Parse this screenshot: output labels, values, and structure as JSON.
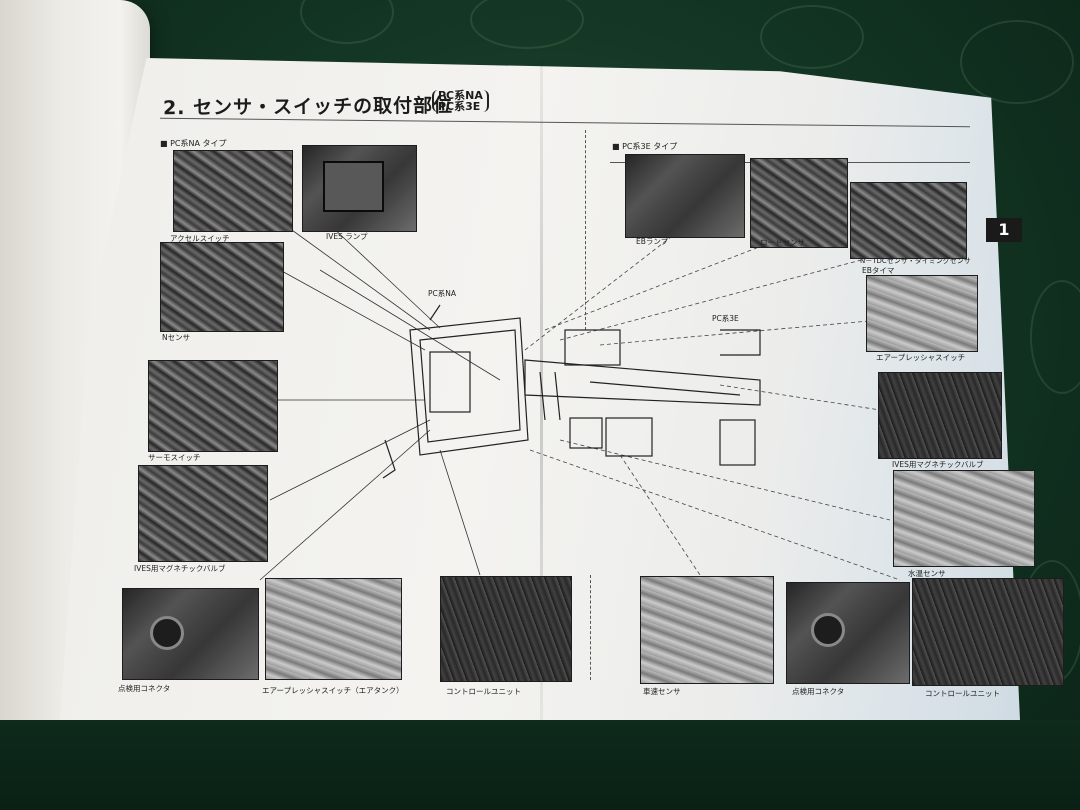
{
  "page": {
    "title": "2.  センサ・スイッチの取付部位",
    "title_models": [
      "PC系NA",
      "PC系3E"
    ],
    "section_na": "PC系NA タイプ",
    "section_3e": "PC系3E タイプ",
    "page_number": "1"
  },
  "diagram": {
    "label_na": "PC系NA",
    "label_3e": "PC系3E"
  },
  "captions": {
    "accel_switch": "アクセルスイッチ",
    "ives_lamp": "IVES ランプ",
    "n_sensor": "Nセンサ",
    "thermo_switch": "サーモスイッチ",
    "ives_valve_left": "IVES用マグネチックバルブ",
    "check_connector_left": "点検用コネクタ",
    "air_pressure_tank": "エアープレッシャスイッチ（エアタンク）",
    "control_unit_left": "コントロールユニット",
    "eb_lamp": "EBランプ",
    "load_sensor": "ロードセンサ",
    "tdc_sensor": "N－TDCセンサ・タイミングセンサ",
    "eb_timer": "EBタイマ",
    "air_pressure_switch": "エアープレッシャスイッチ",
    "ives_valve_right": "IVES用マグネチックバルブ",
    "water_temp_sensor": "水温センサ",
    "vehicle_speed_sensor": "車速センサ",
    "check_connector_right": "点検用コネクタ",
    "control_unit_right": "コントロールユニット"
  },
  "colors": {
    "cloth": "#123322",
    "paper": "#f4f3f0",
    "ink": "#1b1b1b"
  }
}
